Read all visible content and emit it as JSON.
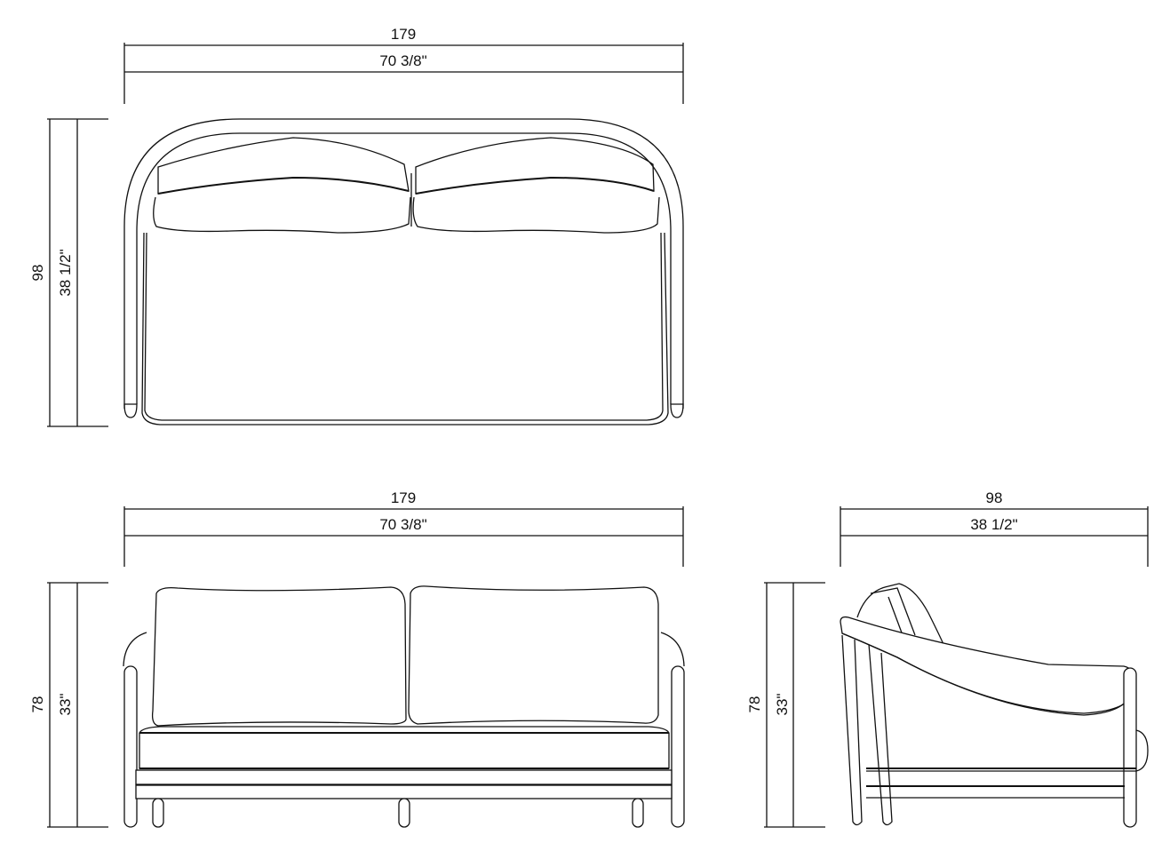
{
  "drawing": {
    "colors": {
      "line": "#111111",
      "background": "#ffffff"
    },
    "views": {
      "plan": {
        "width_cm": "179",
        "width_in": "70 3/8\"",
        "depth_cm": "98",
        "depth_in": "38 1/2\""
      },
      "front": {
        "width_cm": "179",
        "width_in": "70 3/8\"",
        "height_cm": "78",
        "height_in": "33\""
      },
      "side": {
        "depth_cm": "98",
        "depth_in": "38 1/2\"",
        "height_cm": "78",
        "height_in": "33\""
      }
    }
  }
}
